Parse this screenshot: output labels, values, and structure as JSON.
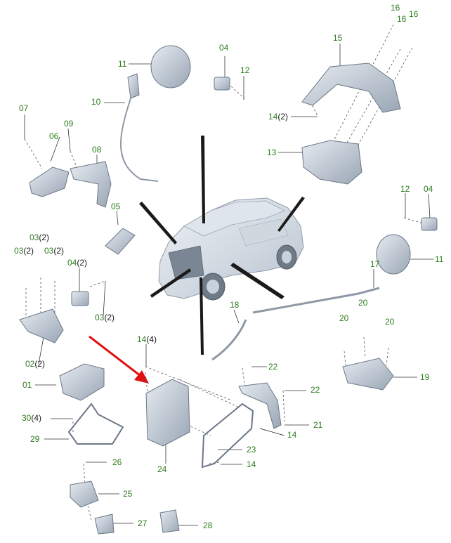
{
  "colors": {
    "label": "#2e7d1f",
    "qty": "#1a1a1a",
    "part_fill": "#c9d2dc",
    "part_stroke": "#6b7787",
    "arrow": "#e01010"
  },
  "labels": [
    {
      "id": "p16a",
      "num": "16",
      "qty": ""
    },
    {
      "id": "p16b",
      "num": "16",
      "qty": ""
    },
    {
      "id": "p16c",
      "num": "16",
      "qty": ""
    },
    {
      "id": "p15",
      "num": "15",
      "qty": ""
    },
    {
      "id": "p04a",
      "num": "04",
      "qty": ""
    },
    {
      "id": "p12a",
      "num": "12",
      "qty": ""
    },
    {
      "id": "p11a",
      "num": "11",
      "qty": ""
    },
    {
      "id": "p10",
      "num": "10",
      "qty": ""
    },
    {
      "id": "p07",
      "num": "07",
      "qty": ""
    },
    {
      "id": "p09",
      "num": "09",
      "qty": ""
    },
    {
      "id": "p06",
      "num": "06",
      "qty": ""
    },
    {
      "id": "p08",
      "num": "08",
      "qty": ""
    },
    {
      "id": "p14a",
      "num": "14",
      "qty": "(2)"
    },
    {
      "id": "p13",
      "num": "13",
      "qty": ""
    },
    {
      "id": "p12b",
      "num": "12",
      "qty": ""
    },
    {
      "id": "p04b",
      "num": "04",
      "qty": ""
    },
    {
      "id": "p05",
      "num": "05",
      "qty": ""
    },
    {
      "id": "p11b",
      "num": "11",
      "qty": ""
    },
    {
      "id": "p03a",
      "num": "03",
      "qty": "(2)"
    },
    {
      "id": "p03b",
      "num": "03",
      "qty": "(2)"
    },
    {
      "id": "p03c",
      "num": "03",
      "qty": "(2)"
    },
    {
      "id": "p04c",
      "num": "04",
      "qty": "(2)"
    },
    {
      "id": "p17",
      "num": "17",
      "qty": ""
    },
    {
      "id": "p03d",
      "num": "03",
      "qty": "(2)"
    },
    {
      "id": "p18",
      "num": "18",
      "qty": ""
    },
    {
      "id": "p20a",
      "num": "20",
      "qty": ""
    },
    {
      "id": "p20b",
      "num": "20",
      "qty": ""
    },
    {
      "id": "p20c",
      "num": "20",
      "qty": ""
    },
    {
      "id": "p14b",
      "num": "14",
      "qty": "(4)"
    },
    {
      "id": "p02",
      "num": "02",
      "qty": "(2)"
    },
    {
      "id": "p22a",
      "num": "22",
      "qty": ""
    },
    {
      "id": "p19",
      "num": "19",
      "qty": ""
    },
    {
      "id": "p01",
      "num": "01",
      "qty": ""
    },
    {
      "id": "p22b",
      "num": "22",
      "qty": ""
    },
    {
      "id": "p30",
      "num": "30",
      "qty": "(4)"
    },
    {
      "id": "p21",
      "num": "21",
      "qty": ""
    },
    {
      "id": "p29",
      "num": "29",
      "qty": ""
    },
    {
      "id": "p14c",
      "num": "14",
      "qty": ""
    },
    {
      "id": "p23",
      "num": "23",
      "qty": ""
    },
    {
      "id": "p26",
      "num": "26",
      "qty": ""
    },
    {
      "id": "p14d",
      "num": "14",
      "qty": ""
    },
    {
      "id": "p24",
      "num": "24",
      "qty": ""
    },
    {
      "id": "p25",
      "num": "25",
      "qty": ""
    },
    {
      "id": "p27",
      "num": "27",
      "qty": ""
    },
    {
      "id": "p28",
      "num": "28",
      "qty": ""
    }
  ]
}
